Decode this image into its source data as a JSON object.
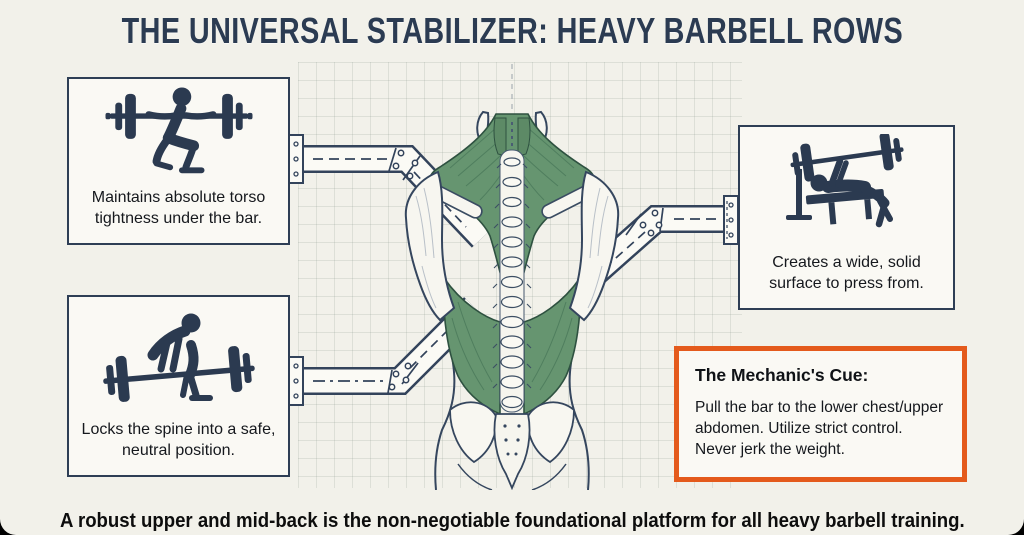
{
  "title": "THE UNIVERSAL STABILIZER: HEAVY BARBELL ROWS",
  "footer": "A robust upper and mid-back is the non-negotiable foundational platform for all heavy barbell training.",
  "cards": {
    "squat": {
      "icon": "squat-barbell-icon",
      "text": "Maintains absolute torso tightness under the bar."
    },
    "deadlift": {
      "icon": "deadlift-barbell-icon",
      "text": "Locks the spine into a safe, neutral position."
    },
    "bench": {
      "icon": "bench-press-icon",
      "text": "Creates a wide, solid surface to press from."
    },
    "cue": {
      "heading": "The Mechanic's Cue:",
      "body": "Pull the bar to the lower chest/upper abdomen. Utilize strict control. Never jerk the weight."
    }
  },
  "illustration": {
    "name": "posterior-back-muscle-anatomy",
    "highlighted_muscles": "trapezius, rhomboids, erector spinae, lats",
    "style": "technical blueprint with mechanical connector arms"
  },
  "colors": {
    "background": "#f2f1ea",
    "navy": "#2e3e55",
    "muscle_green": "#669570",
    "muscle_green_dark": "#2e5140",
    "accent_orange": "#e45a1c",
    "card_background": "#faf9f4"
  }
}
